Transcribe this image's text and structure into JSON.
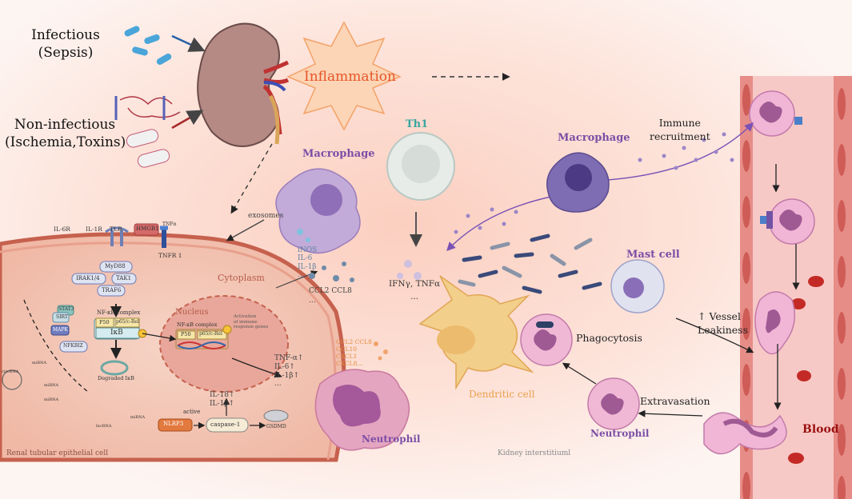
{
  "causes": {
    "infectious_line1": "Infectious",
    "infectious_line2": "(Sepsis)",
    "noninfectious_line1": "Non-infectious",
    "noninfectious_line2": "(Ischemia,Toxins)"
  },
  "inflammation": "Inflammation",
  "cells": {
    "th1": "Th1",
    "macrophage_left": "Macrophage",
    "macrophage_right": "Macrophage",
    "mast_cell": "Mast cell",
    "dendritic_cell": "Dendritic cell",
    "neutrophil_left": "Neutrophil",
    "neutrophil_right": "Neutrophil"
  },
  "processes": {
    "immune_recruitment_line1": "Immune",
    "immune_recruitment_line2": "recruitment",
    "vessel_line1": "↑ Vessel",
    "vessel_line2": "Leakiness",
    "phagocytosis": "Phagocytosis",
    "extravasation": "Extravasation",
    "blood": "Blood"
  },
  "cytokines": {
    "exosomes": "exosomes",
    "macrophage_secretion": [
      "iNOS",
      "IL-6",
      "IL-1β",
      "..."
    ],
    "th1_secretion_line1": "IFNγ, TNFα",
    "th1_secretion_line2": "...",
    "ccl_line1": "CCL2 CCL8",
    "ccl_line2": "...",
    "dendritic_chemokines": [
      "CCL2 CCL8",
      "CCL10",
      "CXCL1",
      "CXCL8..."
    ],
    "tnf_list": [
      "TNF-α↑",
      "IL-6↑",
      "IL-1β↑",
      "..."
    ],
    "il18_line1": "IL-18↑",
    "il18_line2": "IL-1β↑"
  },
  "epithelial": {
    "cytoplasm": "Cytoplasm",
    "nucleus": "Nucleus",
    "receptors": [
      "IL-6R",
      "IL-1R",
      "TLR",
      "TNFα",
      "TNFR 1"
    ],
    "hmgb1": "HMGB1",
    "myd88": "MyD88",
    "irak": "IRAK1/4",
    "tak1": "TAK1",
    "traf6": "TRAF6",
    "stat3": "STAT3",
    "sirt": "SIRT",
    "mapk": "MAPK",
    "nfkbiz": "NFKBIZ",
    "nfkb_complex": "NF-κB complex",
    "p50": "P50",
    "p65": "p65/c-Rel",
    "ikb": "IκB",
    "degraded_ikb": "Degraded IκB",
    "nfkb_complex_nucleus": "NF-κB complex",
    "p50_nucleus": "P50",
    "p65_nucleus": "p65/c-Rel",
    "activation_line1": "Activation",
    "activation_line2": "of immune",
    "activation_line3": "response genes",
    "nlrp3": "NLRP3",
    "active": "active",
    "caspase": "caspase-1",
    "gsdmd": "GSDMD",
    "mirna": "miRNA",
    "lncrna": "lncRNA",
    "circrna": "circRNA",
    "mirna_b": "miRNA",
    "mirna_c": "miRNA",
    "mirna_d": "miRNA",
    "cell_label": "Renal tubular epithelial cell"
  },
  "interstitium_label": "Kidney  interstitiuml",
  "colors": {
    "macrophage_label": "#7b4ea6",
    "th1_label": "#3aa6a0",
    "dendritic_label": "#e9a04c",
    "inflammation_text": "#e8552a",
    "blood_label": "#9a1010"
  }
}
